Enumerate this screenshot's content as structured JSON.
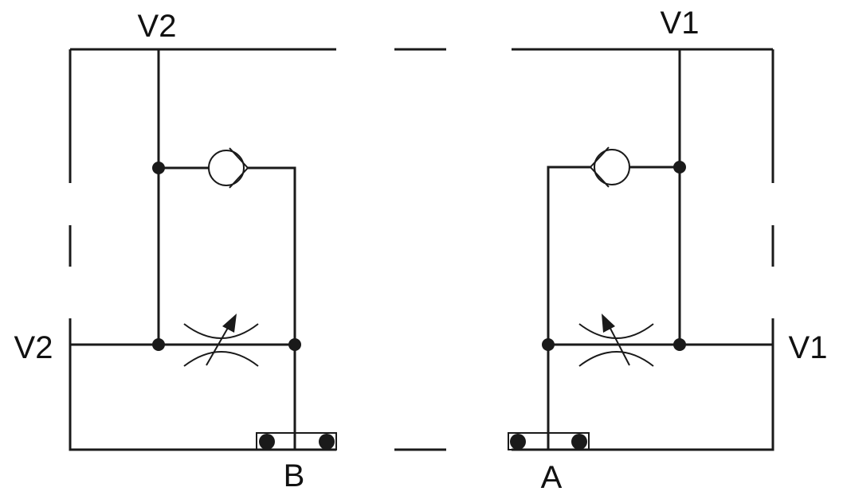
{
  "labels": {
    "left_top_port": "V2",
    "left_side_port": "V2",
    "left_bottom_port": "B",
    "right_top_port": "V1",
    "right_side_port": "V1",
    "right_bottom_port": "A"
  },
  "components": {
    "left": [
      "check-valve",
      "adjustable-throttle",
      "port-seal"
    ],
    "right": [
      "check-valve",
      "adjustable-throttle",
      "port-seal"
    ]
  }
}
